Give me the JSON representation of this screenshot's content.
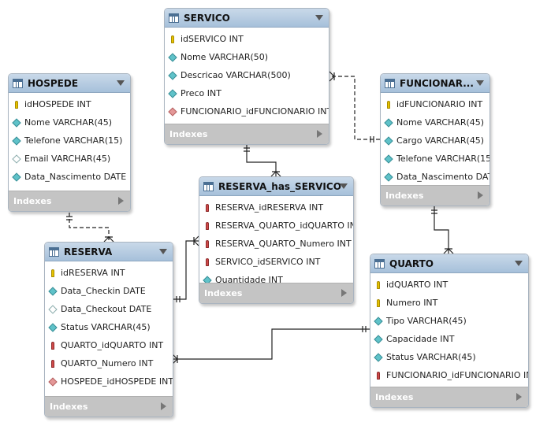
{
  "tables": [
    {
      "id": "servico",
      "title": "SERVICO",
      "indexes": "Indexes",
      "columns": [
        {
          "icon": "key",
          "text": "idSERVICO INT"
        },
        {
          "icon": "col",
          "text": "Nome VARCHAR(50)"
        },
        {
          "icon": "col",
          "text": "Descricao VARCHAR(500)"
        },
        {
          "icon": "col",
          "text": "Preco INT"
        },
        {
          "icon": "fkcol",
          "text": "FUNCIONARIO_idFUNCIONARIO INT"
        }
      ]
    },
    {
      "id": "hospede",
      "title": "HOSPEDE",
      "indexes": "Indexes",
      "columns": [
        {
          "icon": "key",
          "text": "idHOSPEDE INT"
        },
        {
          "icon": "col",
          "text": "Nome VARCHAR(45)"
        },
        {
          "icon": "col",
          "text": "Telefone VARCHAR(15)"
        },
        {
          "icon": "col-empty",
          "text": "Email VARCHAR(45)"
        },
        {
          "icon": "col",
          "text": "Data_Nascimento DATE"
        }
      ]
    },
    {
      "id": "funcionario",
      "title": "FUNCIONAR...",
      "indexes": "Indexes",
      "columns": [
        {
          "icon": "key",
          "text": "idFUNCIONARIO INT"
        },
        {
          "icon": "col",
          "text": "Nome VARCHAR(45)"
        },
        {
          "icon": "col",
          "text": "Cargo VARCHAR(45)"
        },
        {
          "icon": "col",
          "text": "Telefone VARCHAR(15)"
        },
        {
          "icon": "col",
          "text": "Data_Nascimento DATE"
        }
      ]
    },
    {
      "id": "reserva_has_servico",
      "title": "RESERVA_has_SERVICO",
      "indexes": "Indexes",
      "columns": [
        {
          "icon": "fk",
          "text": "RESERVA_idRESERVA INT"
        },
        {
          "icon": "fk",
          "text": "RESERVA_QUARTO_idQUARTO INT"
        },
        {
          "icon": "fk",
          "text": "RESERVA_QUARTO_Numero INT"
        },
        {
          "icon": "fk",
          "text": "SERVICO_idSERVICO INT"
        },
        {
          "icon": "col",
          "text": "Quantidade INT"
        }
      ]
    },
    {
      "id": "reserva",
      "title": "RESERVA",
      "indexes": "Indexes",
      "columns": [
        {
          "icon": "key",
          "text": "idRESERVA INT"
        },
        {
          "icon": "col",
          "text": "Data_Checkin DATE"
        },
        {
          "icon": "col-empty",
          "text": "Data_Checkout DATE"
        },
        {
          "icon": "col",
          "text": "Status VARCHAR(45)"
        },
        {
          "icon": "fk",
          "text": "QUARTO_idQUARTO INT"
        },
        {
          "icon": "fk",
          "text": "QUARTO_Numero INT"
        },
        {
          "icon": "fkcol",
          "text": "HOSPEDE_idHOSPEDE INT"
        }
      ]
    },
    {
      "id": "quarto",
      "title": "QUARTO",
      "indexes": "Indexes",
      "columns": [
        {
          "icon": "key",
          "text": "idQUARTO INT"
        },
        {
          "icon": "key",
          "text": "Numero INT"
        },
        {
          "icon": "col",
          "text": "Tipo VARCHAR(45)"
        },
        {
          "icon": "col",
          "text": "Capacidade INT"
        },
        {
          "icon": "col",
          "text": "Status VARCHAR(45)"
        },
        {
          "icon": "fk",
          "text": "FUNCIONARIO_idFUNCIONARIO INT"
        }
      ]
    }
  ]
}
